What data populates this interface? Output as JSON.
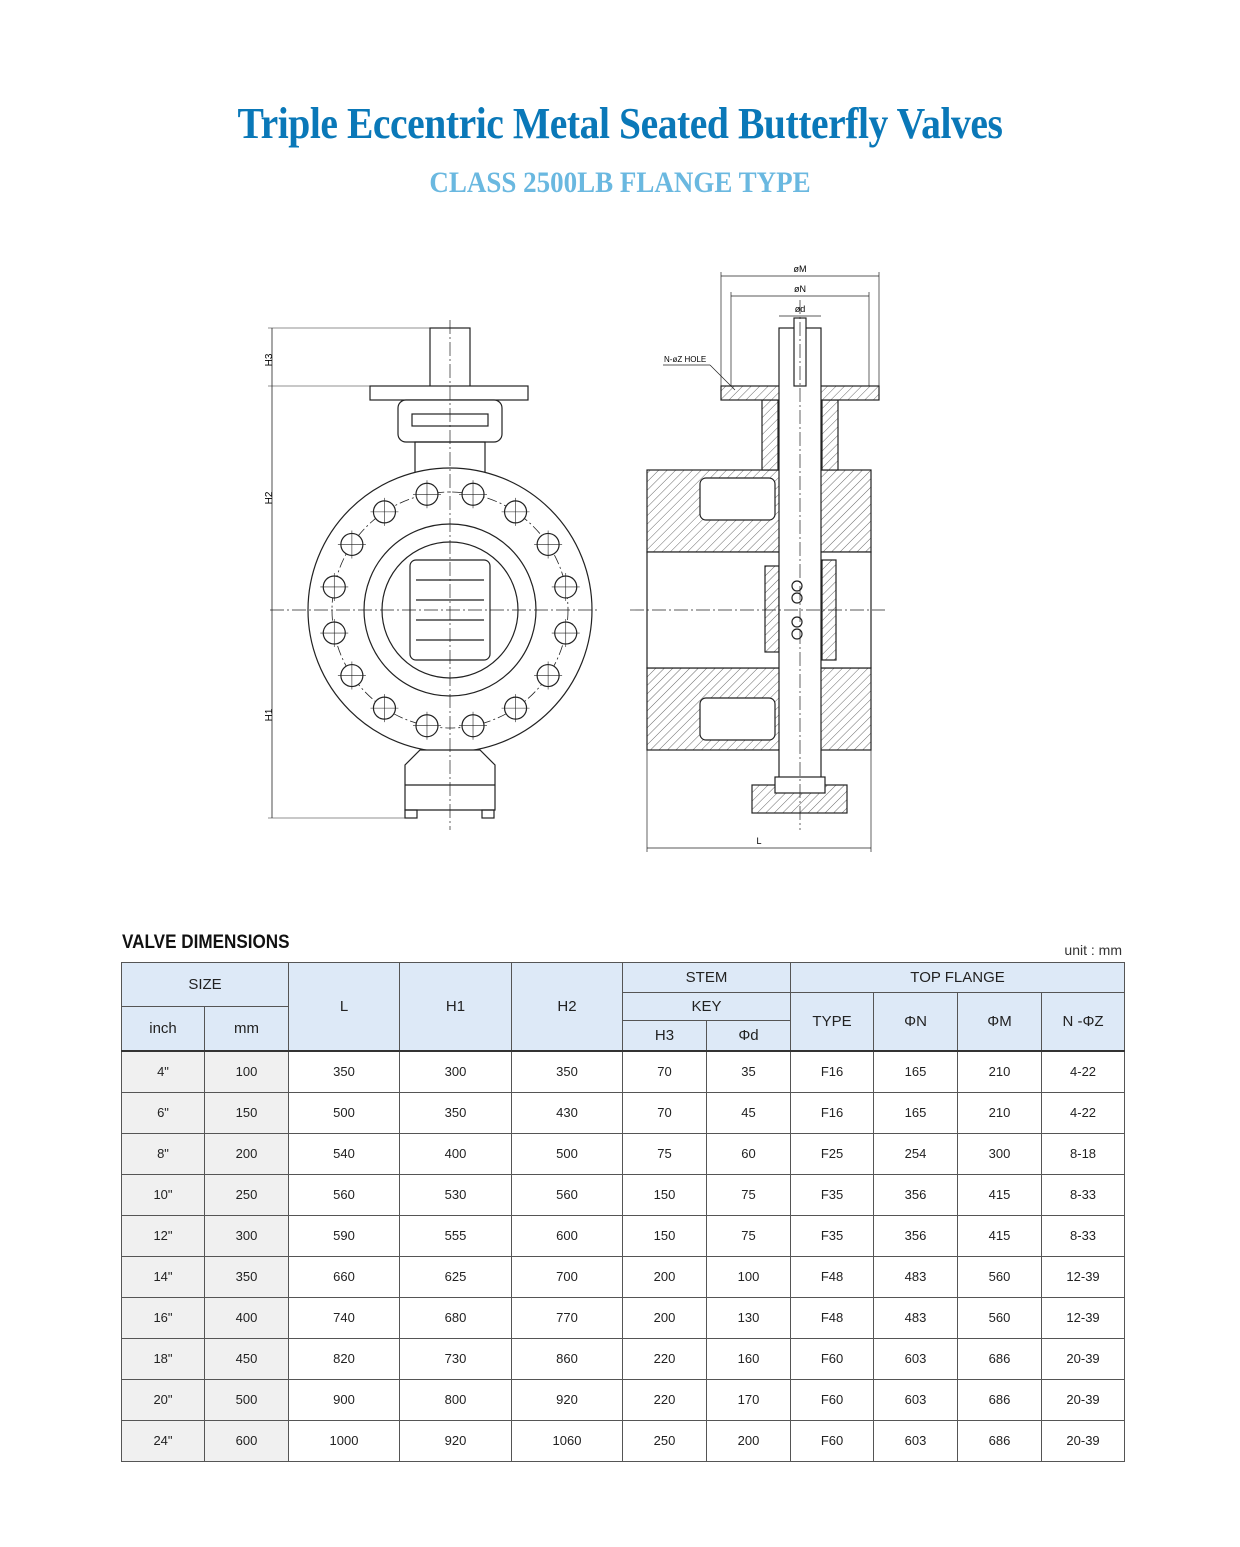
{
  "header": {
    "title": "Triple Eccentric Metal Seated Butterfly Valves",
    "subtitle": "CLASS 2500LB FLANGE TYPE"
  },
  "drawing_labels": {
    "h3": "H3",
    "h2": "H2",
    "h1": "H1",
    "phi_m": "øM",
    "phi_n": "øN",
    "phi_d": "ød",
    "hole": "N-øZ HOLE",
    "l": "L"
  },
  "table": {
    "title": "VALVE DIMENSIONS",
    "unit": "unit : mm",
    "headers": {
      "size": "SIZE",
      "inch": "inch",
      "mm": "mm",
      "l": "L",
      "h1": "H1",
      "h2": "H2",
      "stem": "STEM",
      "key": "KEY",
      "h3": "H3",
      "phi_d": "Φd",
      "top_flange": "TOP FLANGE",
      "type": "TYPE",
      "phi_n": "ΦN",
      "phi_m": "ΦM",
      "n_phi_z": "N -ΦZ"
    },
    "rows": [
      [
        "4\"",
        "100",
        "350",
        "300",
        "350",
        "70",
        "35",
        "F16",
        "165",
        "210",
        "4-22"
      ],
      [
        "6\"",
        "150",
        "500",
        "350",
        "430",
        "70",
        "45",
        "F16",
        "165",
        "210",
        "4-22"
      ],
      [
        "8\"",
        "200",
        "540",
        "400",
        "500",
        "75",
        "60",
        "F25",
        "254",
        "300",
        "8-18"
      ],
      [
        "10\"",
        "250",
        "560",
        "530",
        "560",
        "150",
        "75",
        "F35",
        "356",
        "415",
        "8-33"
      ],
      [
        "12\"",
        "300",
        "590",
        "555",
        "600",
        "150",
        "75",
        "F35",
        "356",
        "415",
        "8-33"
      ],
      [
        "14\"",
        "350",
        "660",
        "625",
        "700",
        "200",
        "100",
        "F48",
        "483",
        "560",
        "12-39"
      ],
      [
        "16\"",
        "400",
        "740",
        "680",
        "770",
        "200",
        "130",
        "F48",
        "483",
        "560",
        "12-39"
      ],
      [
        "18\"",
        "450",
        "820",
        "730",
        "860",
        "220",
        "160",
        "F60",
        "603",
        "686",
        "20-39"
      ],
      [
        "20\"",
        "500",
        "900",
        "800",
        "920",
        "220",
        "170",
        "F60",
        "603",
        "686",
        "20-39"
      ],
      [
        "24\"",
        "600",
        "1000",
        "920",
        "1060",
        "250",
        "200",
        "F60",
        "603",
        "686",
        "20-39"
      ]
    ]
  }
}
